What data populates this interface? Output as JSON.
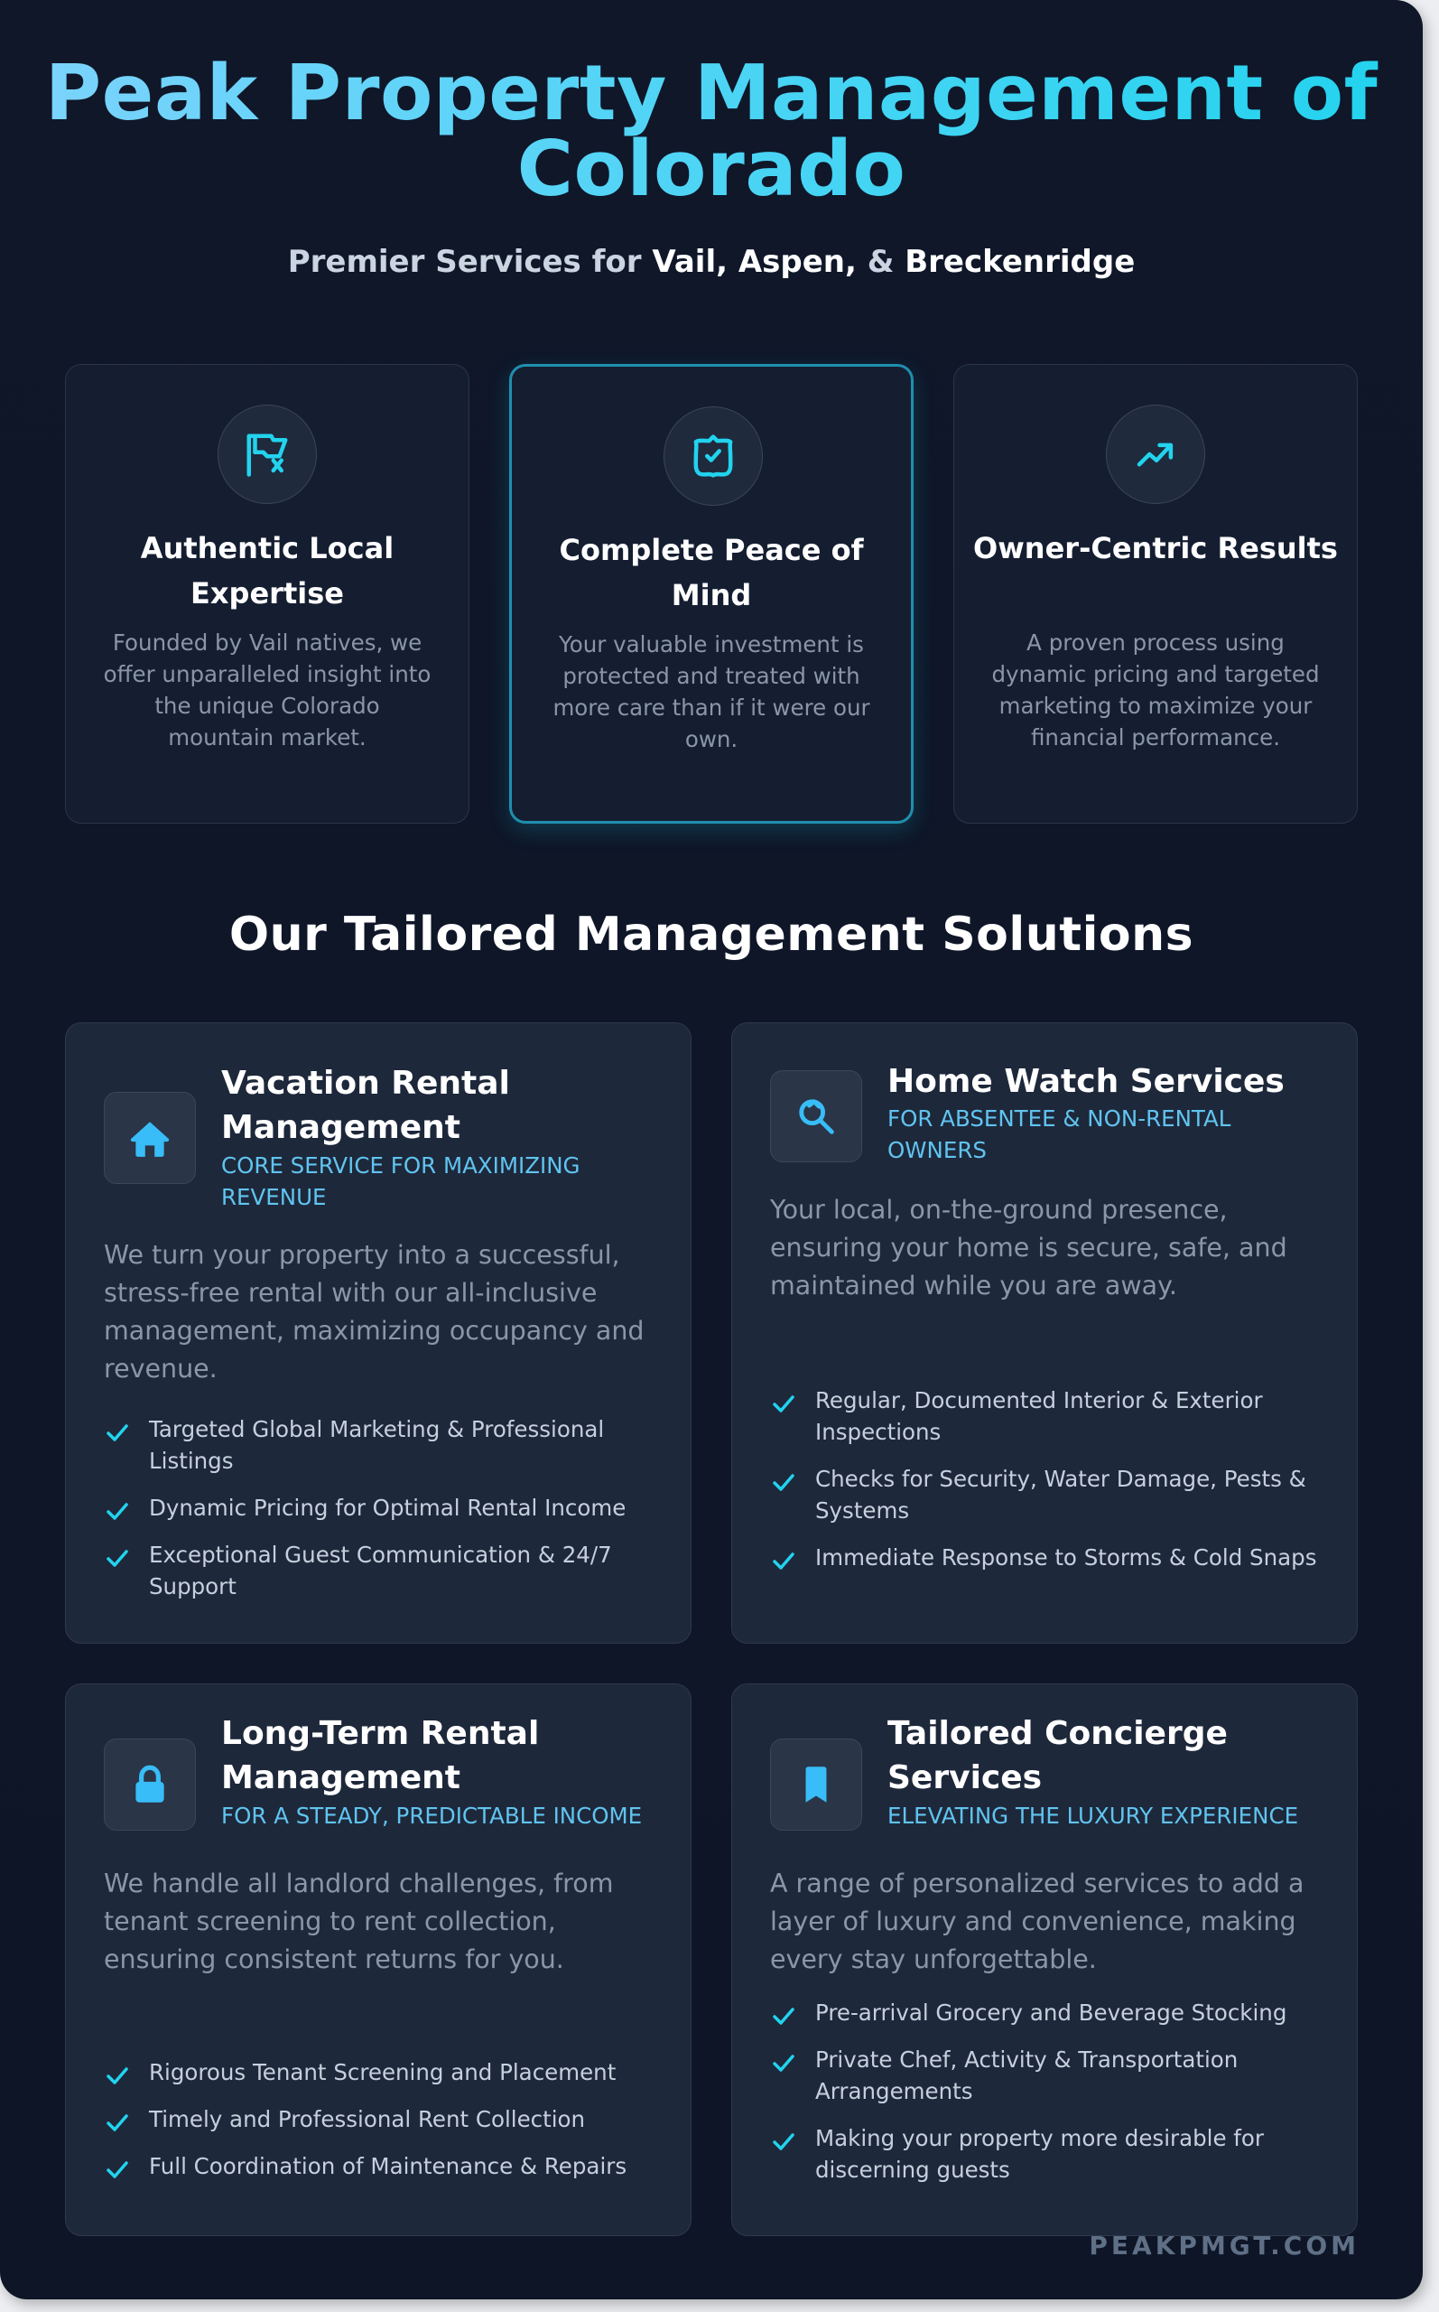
{
  "header": {
    "title": "Peak Property Management of Colorado",
    "subtitle_prefix": "Premier Services for ",
    "subtitle_highlight_1": "Vail, Aspen,",
    "subtitle_amp": " & ",
    "subtitle_highlight_2": "Breckenridge"
  },
  "features": [
    {
      "icon": "map-icon",
      "title": "Authentic Local Expertise",
      "text": "Founded by Vail natives, we offer unparalleled insight into the unique Colorado mountain market."
    },
    {
      "icon": "shield-check-icon",
      "title": "Complete Peace of Mind",
      "text": "Your valuable investment is protected and treated with more care than if it were our own."
    },
    {
      "icon": "trending-up-icon",
      "title": "Owner-Centric Results",
      "text": "A proven process using dynamic pricing and targeted marketing to maximize your financial performance."
    }
  ],
  "section": {
    "title": "Our Tailored Management Solutions"
  },
  "services": [
    {
      "icon": "home-icon",
      "title": "Vacation Rental Management",
      "tagline": "CORE SERVICE FOR MAXIMIZING REVENUE",
      "description": "We turn your property into a successful, stress-free rental with our all-inclusive management, maximizing occupancy and revenue.",
      "items": [
        "Targeted Global Marketing & Professional Listings",
        "Dynamic Pricing for Optimal Rental Income",
        "Exceptional Guest Communication & 24/7 Support"
      ]
    },
    {
      "icon": "search-icon",
      "title": "Home Watch Services",
      "tagline": "FOR ABSENTEE & NON-RENTAL OWNERS",
      "description": "Your local, on-the-ground presence, ensuring your home is secure, safe, and maintained while you are away.",
      "items": [
        "Regular, Documented Interior & Exterior Inspections",
        "Checks for Security, Water Damage, Pests & Systems",
        "Immediate Response to Storms & Cold Snaps"
      ]
    },
    {
      "icon": "lock-icon",
      "title": "Long-Term Rental Management",
      "tagline": "FOR A STEADY, PREDICTABLE INCOME",
      "description": "We handle all landlord challenges, from tenant screening to rent collection, ensuring consistent returns for you.",
      "items": [
        "Rigorous Tenant Screening and Placement",
        "Timely and Professional Rent Collection",
        "Full Coordination of Maintenance & Repairs"
      ]
    },
    {
      "icon": "bookmark-icon",
      "title": "Tailored Concierge Services",
      "tagline": "ELEVATING THE LUXURY EXPERIENCE",
      "description": "A range of personalized services to add a layer of luxury and convenience, making every stay unforgettable.",
      "items": [
        "Pre-arrival Grocery and Beverage Stocking",
        "Private Chef, Activity & Transportation Arrangements",
        "Making your property more desirable for discerning guests"
      ]
    }
  ],
  "footer": {
    "url": "PEAKPMGT.COM"
  },
  "colors": {
    "background": "#0f1729",
    "card": "#1e283b",
    "accent": "#22d3ee",
    "icon_fill": "#38bdf8",
    "tagline": "#60c4ef",
    "muted_text": "#8b97a9"
  }
}
